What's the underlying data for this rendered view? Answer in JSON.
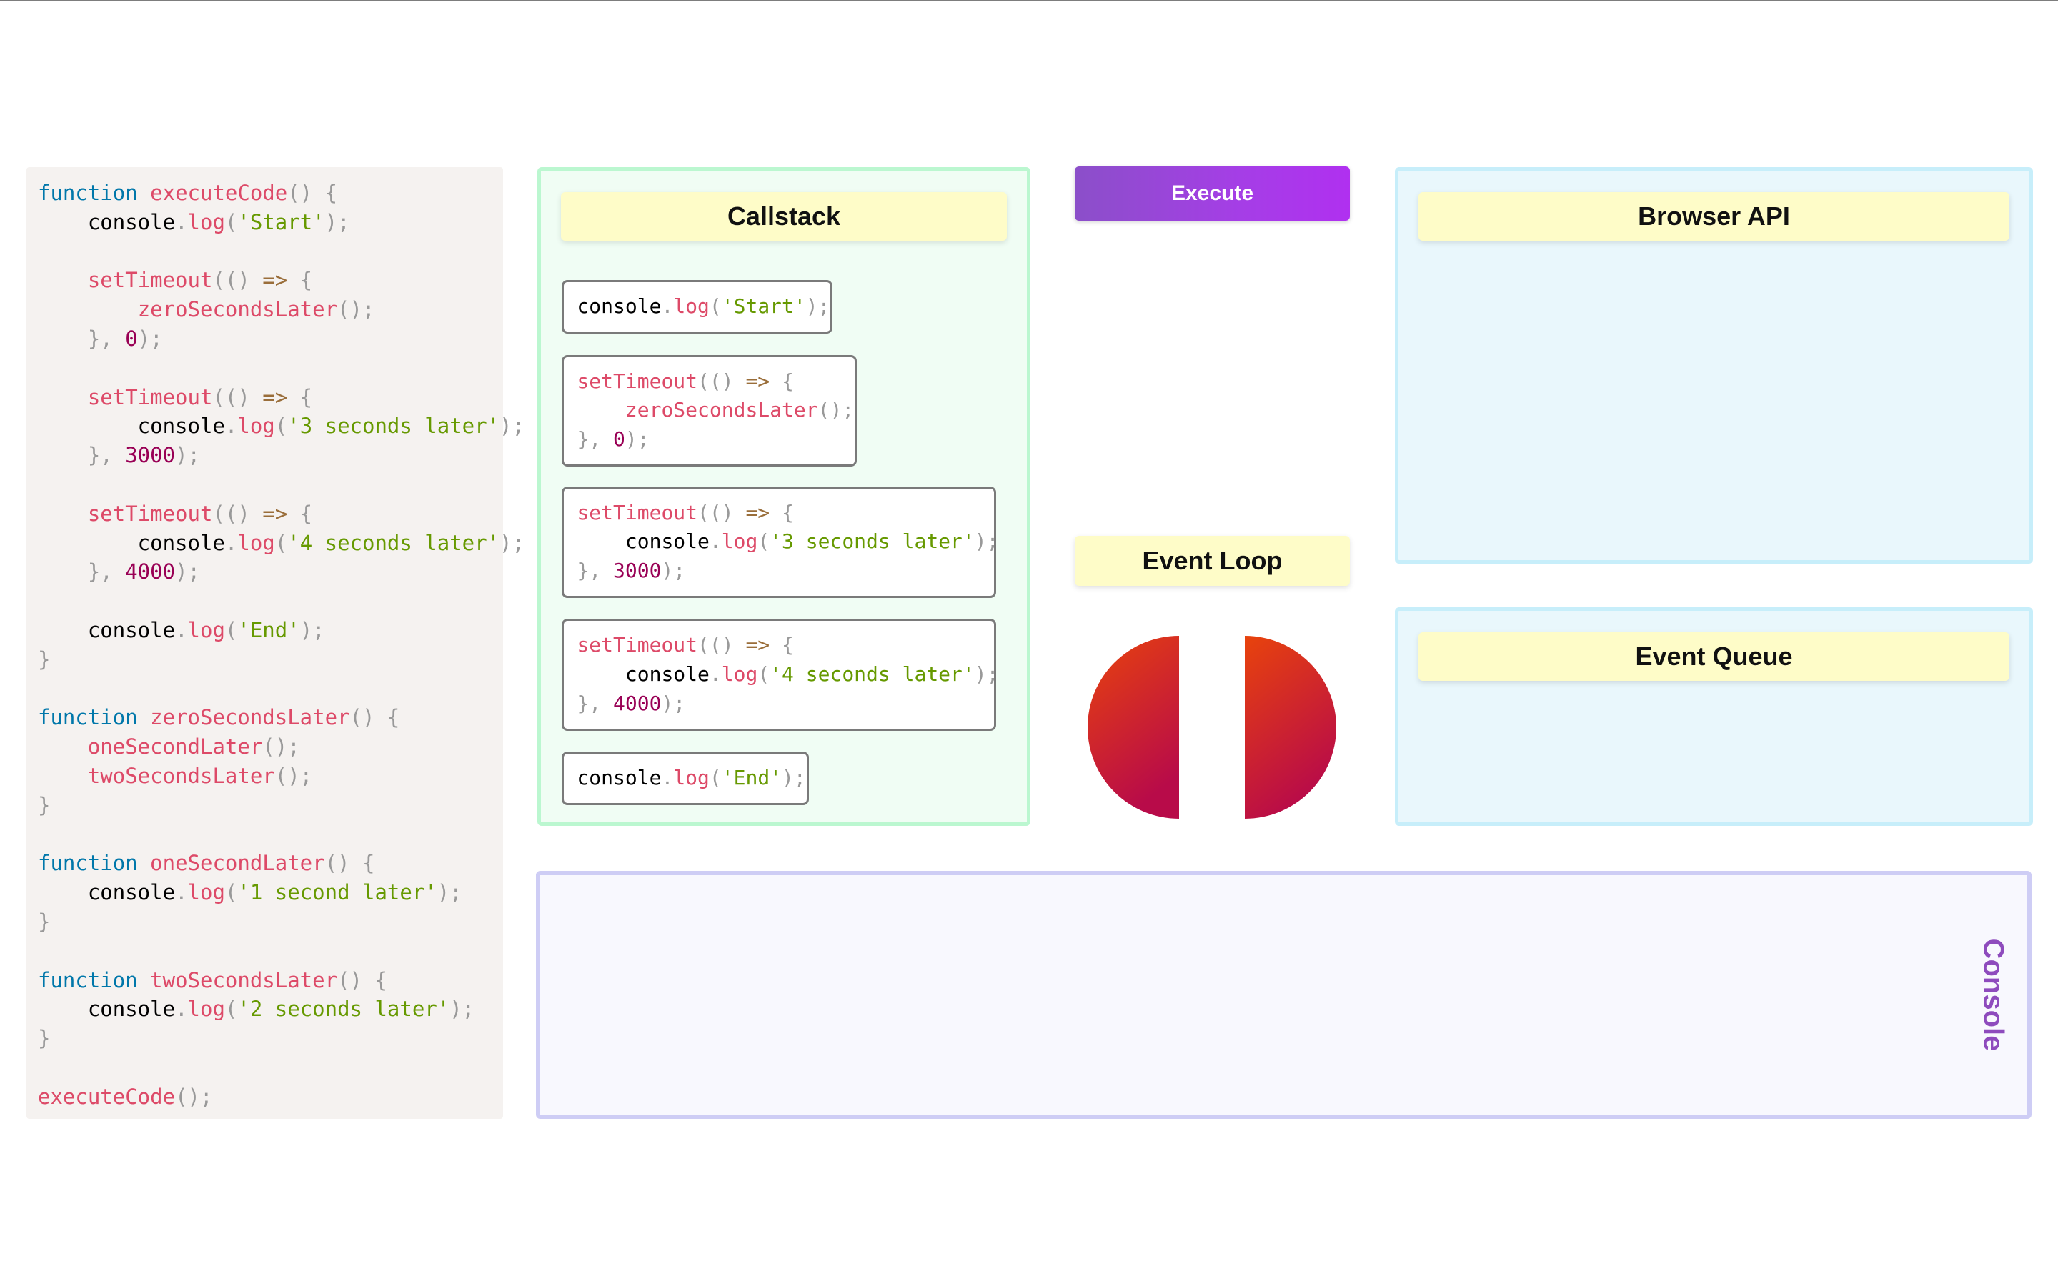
{
  "code": {
    "lines": [
      [
        [
          "t-keyword",
          "function"
        ],
        [
          "t-plain",
          " "
        ],
        [
          "t-fn",
          "executeCode"
        ],
        [
          "t-punct",
          "() {"
        ]
      ],
      [
        [
          "t-plain",
          "    console"
        ],
        [
          "t-punct",
          "."
        ],
        [
          "t-fn",
          "log"
        ],
        [
          "t-punct",
          "("
        ],
        [
          "t-str",
          "'Start'"
        ],
        [
          "t-punct",
          ");"
        ]
      ],
      [],
      [
        [
          "t-plain",
          "    "
        ],
        [
          "t-fn",
          "setTimeout"
        ],
        [
          "t-punct",
          "(() "
        ],
        [
          "t-op",
          "=>"
        ],
        [
          "t-punct",
          " {"
        ]
      ],
      [
        [
          "t-plain",
          "        "
        ],
        [
          "t-fn",
          "zeroSecondsLater"
        ],
        [
          "t-punct",
          "();"
        ]
      ],
      [
        [
          "t-punct",
          "    }, "
        ],
        [
          "t-num",
          "0"
        ],
        [
          "t-punct",
          ");"
        ]
      ],
      [],
      [
        [
          "t-plain",
          "    "
        ],
        [
          "t-fn",
          "setTimeout"
        ],
        [
          "t-punct",
          "(() "
        ],
        [
          "t-op",
          "=>"
        ],
        [
          "t-punct",
          " {"
        ]
      ],
      [
        [
          "t-plain",
          "        console"
        ],
        [
          "t-punct",
          "."
        ],
        [
          "t-fn",
          "log"
        ],
        [
          "t-punct",
          "("
        ],
        [
          "t-str",
          "'3 seconds later'"
        ],
        [
          "t-punct",
          ");"
        ]
      ],
      [
        [
          "t-punct",
          "    }, "
        ],
        [
          "t-num",
          "3000"
        ],
        [
          "t-punct",
          ");"
        ]
      ],
      [],
      [
        [
          "t-plain",
          "    "
        ],
        [
          "t-fn",
          "setTimeout"
        ],
        [
          "t-punct",
          "(() "
        ],
        [
          "t-op",
          "=>"
        ],
        [
          "t-punct",
          " {"
        ]
      ],
      [
        [
          "t-plain",
          "        console"
        ],
        [
          "t-punct",
          "."
        ],
        [
          "t-fn",
          "log"
        ],
        [
          "t-punct",
          "("
        ],
        [
          "t-str",
          "'4 seconds later'"
        ],
        [
          "t-punct",
          ");"
        ]
      ],
      [
        [
          "t-punct",
          "    }, "
        ],
        [
          "t-num",
          "4000"
        ],
        [
          "t-punct",
          ");"
        ]
      ],
      [],
      [
        [
          "t-plain",
          "    console"
        ],
        [
          "t-punct",
          "."
        ],
        [
          "t-fn",
          "log"
        ],
        [
          "t-punct",
          "("
        ],
        [
          "t-str",
          "'End'"
        ],
        [
          "t-punct",
          ");"
        ]
      ],
      [
        [
          "t-punct",
          "}"
        ]
      ],
      [],
      [
        [
          "t-keyword",
          "function"
        ],
        [
          "t-plain",
          " "
        ],
        [
          "t-fn",
          "zeroSecondsLater"
        ],
        [
          "t-punct",
          "() {"
        ]
      ],
      [
        [
          "t-plain",
          "    "
        ],
        [
          "t-fn",
          "oneSecondLater"
        ],
        [
          "t-punct",
          "();"
        ]
      ],
      [
        [
          "t-plain",
          "    "
        ],
        [
          "t-fn",
          "twoSecondsLater"
        ],
        [
          "t-punct",
          "();"
        ]
      ],
      [
        [
          "t-punct",
          "}"
        ]
      ],
      [],
      [
        [
          "t-keyword",
          "function"
        ],
        [
          "t-plain",
          " "
        ],
        [
          "t-fn",
          "oneSecondLater"
        ],
        [
          "t-punct",
          "() {"
        ]
      ],
      [
        [
          "t-plain",
          "    console"
        ],
        [
          "t-punct",
          "."
        ],
        [
          "t-fn",
          "log"
        ],
        [
          "t-punct",
          "("
        ],
        [
          "t-str",
          "'1 second later'"
        ],
        [
          "t-punct",
          ");"
        ]
      ],
      [
        [
          "t-punct",
          "}"
        ]
      ],
      [],
      [
        [
          "t-keyword",
          "function"
        ],
        [
          "t-plain",
          " "
        ],
        [
          "t-fn",
          "twoSecondsLater"
        ],
        [
          "t-punct",
          "() {"
        ]
      ],
      [
        [
          "t-plain",
          "    console"
        ],
        [
          "t-punct",
          "."
        ],
        [
          "t-fn",
          "log"
        ],
        [
          "t-punct",
          "("
        ],
        [
          "t-str",
          "'2 seconds later'"
        ],
        [
          "t-punct",
          ");"
        ]
      ],
      [
        [
          "t-punct",
          "}"
        ]
      ],
      [],
      [
        [
          "t-fn",
          "executeCode"
        ],
        [
          "t-punct",
          "();"
        ]
      ]
    ]
  },
  "callstack": {
    "title": "Callstack",
    "frames": [
      [
        [
          [
            "t-plain",
            "console"
          ],
          [
            "t-punct",
            "."
          ],
          [
            "t-fn",
            "log"
          ],
          [
            "t-punct",
            "("
          ],
          [
            "t-str",
            "'Start'"
          ],
          [
            "t-punct",
            ");"
          ]
        ]
      ],
      [
        [
          [
            "t-fn",
            "setTimeout"
          ],
          [
            "t-punct",
            "(() "
          ],
          [
            "t-op",
            "=>"
          ],
          [
            "t-punct",
            " {"
          ]
        ],
        [
          [
            "t-plain",
            "    "
          ],
          [
            "t-fn",
            "zeroSecondsLater"
          ],
          [
            "t-punct",
            "();"
          ]
        ],
        [
          [
            "t-punct",
            "}, "
          ],
          [
            "t-num",
            "0"
          ],
          [
            "t-punct",
            ");"
          ]
        ]
      ],
      [
        [
          [
            "t-fn",
            "setTimeout"
          ],
          [
            "t-punct",
            "(() "
          ],
          [
            "t-op",
            "=>"
          ],
          [
            "t-punct",
            " {"
          ]
        ],
        [
          [
            "t-plain",
            "    console"
          ],
          [
            "t-punct",
            "."
          ],
          [
            "t-fn",
            "log"
          ],
          [
            "t-punct",
            "("
          ],
          [
            "t-str",
            "'3 seconds later'"
          ],
          [
            "t-punct",
            ");"
          ]
        ],
        [
          [
            "t-punct",
            "}, "
          ],
          [
            "t-num",
            "3000"
          ],
          [
            "t-punct",
            ");"
          ]
        ]
      ],
      [
        [
          [
            "t-fn",
            "setTimeout"
          ],
          [
            "t-punct",
            "(() "
          ],
          [
            "t-op",
            "=>"
          ],
          [
            "t-punct",
            " {"
          ]
        ],
        [
          [
            "t-plain",
            "    console"
          ],
          [
            "t-punct",
            "."
          ],
          [
            "t-fn",
            "log"
          ],
          [
            "t-punct",
            "("
          ],
          [
            "t-str",
            "'4 seconds later'"
          ],
          [
            "t-punct",
            ");"
          ]
        ],
        [
          [
            "t-punct",
            "}, "
          ],
          [
            "t-num",
            "4000"
          ],
          [
            "t-punct",
            ");"
          ]
        ]
      ],
      [
        [
          [
            "t-plain",
            "console"
          ],
          [
            "t-punct",
            "."
          ],
          [
            "t-fn",
            "log"
          ],
          [
            "t-punct",
            "("
          ],
          [
            "t-str",
            "'End'"
          ],
          [
            "t-punct",
            ");"
          ]
        ]
      ]
    ]
  },
  "controls": {
    "execute_label": "Execute"
  },
  "event_loop": {
    "title": "Event Loop"
  },
  "browser_api": {
    "title": "Browser API"
  },
  "event_queue": {
    "title": "Event Queue"
  },
  "console": {
    "title": "Console"
  },
  "colors": {
    "callstack_bg": "#f0fdf4",
    "callstack_border": "#bbf7d0",
    "blue_panel_bg": "#e9f7fc",
    "blue_panel_border": "#c7eefa",
    "console_bg": "#f8f8fe",
    "console_border": "#cecdf5",
    "console_title": "#8e4bbd",
    "header_bg": "#fefcc8",
    "execute_gradient_start": "#8b4fc9",
    "execute_gradient_end": "#b030f0",
    "loop_gradient_top": "#e8430c",
    "loop_gradient_bottom": "#b80b49"
  }
}
